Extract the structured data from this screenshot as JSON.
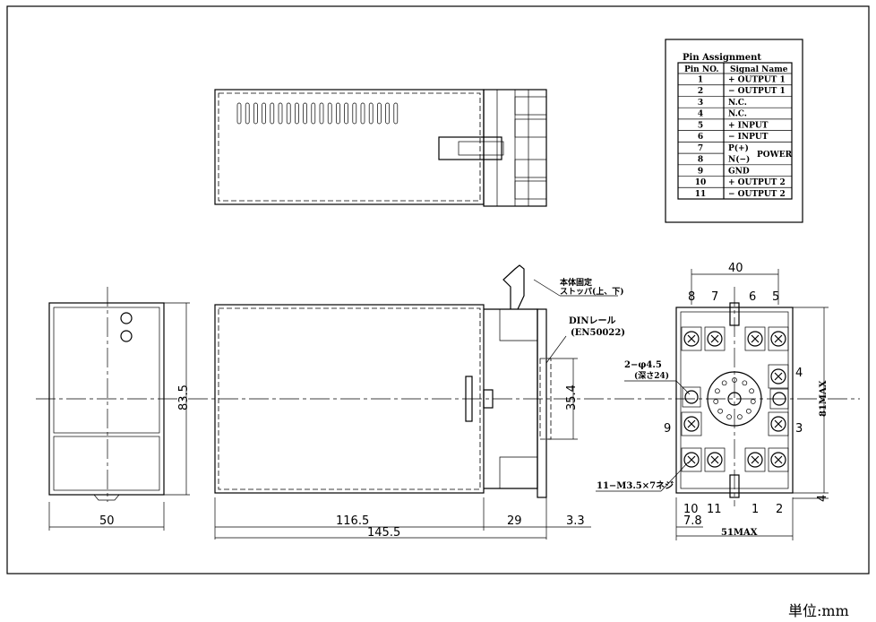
{
  "pin_table": {
    "title": "Pin Assignment",
    "headers": [
      "Pin NO.",
      "Signal Name"
    ],
    "rows": [
      {
        "pin": "1",
        "signal": "+ OUTPUT 1"
      },
      {
        "pin": "2",
        "signal": "− OUTPUT 1"
      },
      {
        "pin": "3",
        "signal": "N.C."
      },
      {
        "pin": "4",
        "signal": "N.C."
      },
      {
        "pin": "5",
        "signal": "+ INPUT"
      },
      {
        "pin": "6",
        "signal": "− INPUT"
      },
      {
        "pin": "7",
        "signal": "P(+)"
      },
      {
        "pin": "8",
        "signal": "N(−)"
      },
      {
        "pin": "9",
        "signal": "GND"
      },
      {
        "pin": "10",
        "signal": "+ OUTPUT 2"
      },
      {
        "pin": "11",
        "signal": "− OUTPUT 2"
      }
    ],
    "power_label": "POWER"
  },
  "annotations": {
    "stopper_line1": "本体固定",
    "stopper_line2": "ストッパ(上、下)",
    "din_line1": "DINレール",
    "din_line2": "(EN50022)",
    "hole_line1": "2−φ4.5",
    "hole_line2": "(深さ24)",
    "screw": "11−M3.5×7ネジ"
  },
  "dimensions": {
    "front_width": "50",
    "height": "83.5",
    "body_depth": "116.5",
    "socket_depth": "29",
    "rail_depth": "3.3",
    "total_depth": "145.5",
    "rail_width": "35.4",
    "socket_pitch": "40",
    "socket_height": "81MAX",
    "socket_offset": "4",
    "socket_width": "51MAX",
    "pin_offset": "7.8"
  },
  "pin_labels": {
    "p8": "8",
    "p7": "7",
    "p6": "6",
    "p5": "5",
    "p4": "4",
    "p3": "3",
    "p9": "9",
    "p10": "10",
    "p11": "11",
    "p1": "1",
    "p2": "2"
  },
  "unit_label": "単位:mm"
}
